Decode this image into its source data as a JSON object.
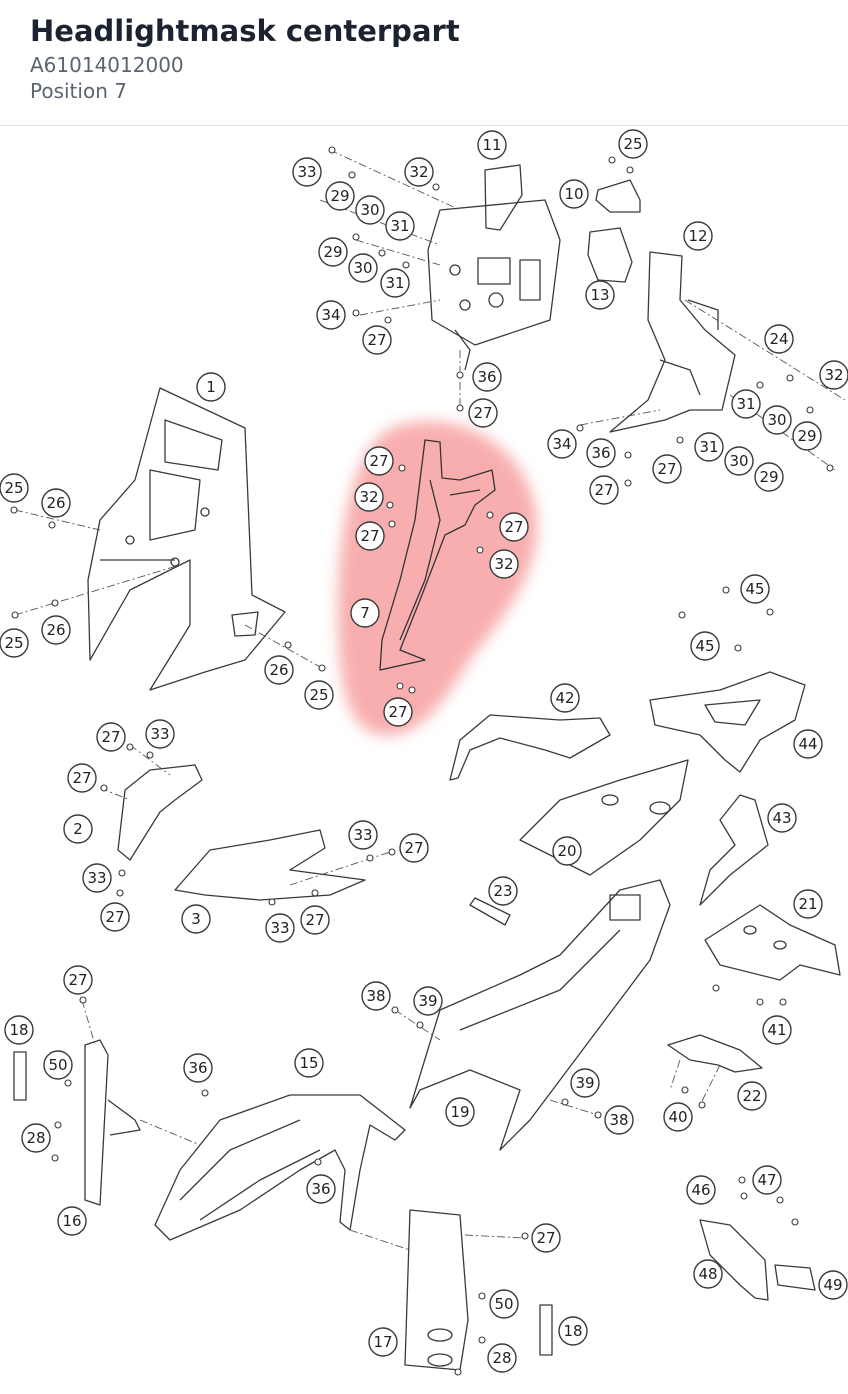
{
  "header": {
    "title": "Headlightmask centerpart",
    "part_number": "A61014012000",
    "position": "Position 7"
  },
  "colors": {
    "highlight": "#f26b6b",
    "line": "#3a3a3a",
    "title": "#1b2230",
    "subtext": "#5c6470"
  },
  "callouts": {
    "c1": "11",
    "c2": "25",
    "c3": "33",
    "c4": "32",
    "c5": "10",
    "c6": "29",
    "c7": "30",
    "c8": "31",
    "c9": "12",
    "c10": "29",
    "c11": "30",
    "c12": "31",
    "c13": "13",
    "c14": "34",
    "c15": "27",
    "c16": "24",
    "c17": "32",
    "c18": "36",
    "c19": "27",
    "c20": "1",
    "c21": "31",
    "c22": "30",
    "c23": "29",
    "c24": "34",
    "c25": "36",
    "c26": "31",
    "c27": "30",
    "c28": "27",
    "c29": "29",
    "c30": "27",
    "c31": "25",
    "c32": "26",
    "c33": "32",
    "c34": "27",
    "c35": "27",
    "c36": "32",
    "c37": "7",
    "c38": "25",
    "c39": "26",
    "c40": "26",
    "c41": "25",
    "c42": "45",
    "c43": "45",
    "c44": "27",
    "c45": "42",
    "c46": "44",
    "c47": "27",
    "c48": "33",
    "c49": "27",
    "c50": "2",
    "c51": "43",
    "c52": "33",
    "c53": "27",
    "c54": "20",
    "c55": "33",
    "c56": "27",
    "c57": "3",
    "c58": "33",
    "c59": "27",
    "c60": "23",
    "c61": "21",
    "c62": "27",
    "c63": "38",
    "c64": "39",
    "c65": "18",
    "c66": "50",
    "c67": "36",
    "c68": "15",
    "c69": "41",
    "c70": "39",
    "c71": "22",
    "c72": "28",
    "c73": "19",
    "c74": "38",
    "c75": "40",
    "c76": "36",
    "c77": "16",
    "c78": "47",
    "c79": "46",
    "c80": "27",
    "c81": "48",
    "c82": "49",
    "c83": "50",
    "c84": "18",
    "c85": "17",
    "c86": "28"
  }
}
